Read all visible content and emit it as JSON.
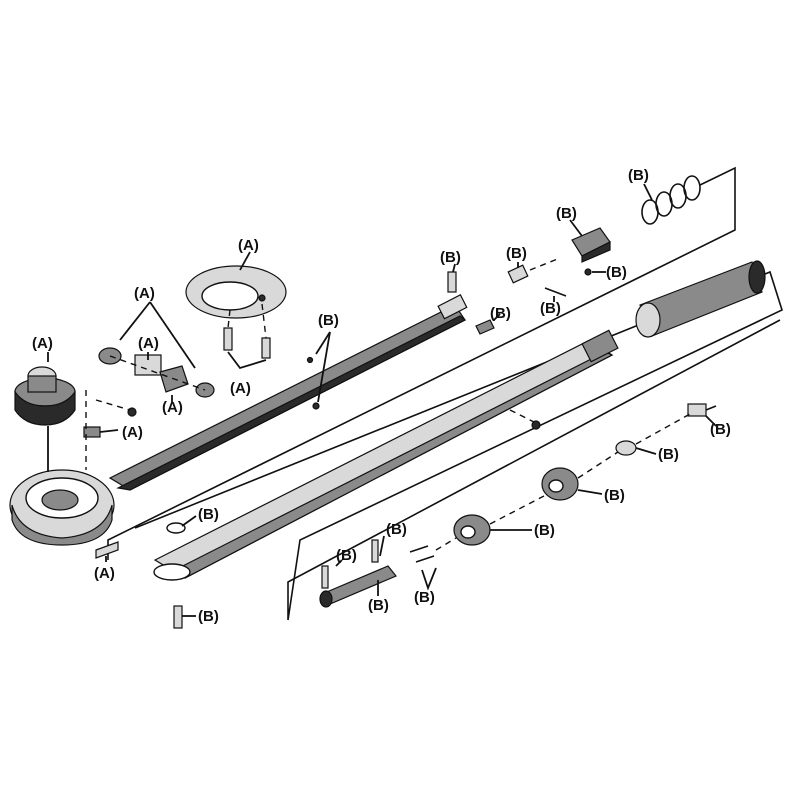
{
  "labels": {
    "a_head_knob": "(A)",
    "a_plate_top": "(A)",
    "a_group_top": "(A)",
    "a_small_block": "(A)",
    "a_clip": "(A)",
    "a_screws": "(A)",
    "a_pin": "(A)",
    "a_bottom_washer": "(A)",
    "b_rod_end_post": "(B)",
    "b_cylinder": "(B)",
    "b_block_top": "(B)",
    "b_spring": "(B)",
    "b_small_ball": "(B)",
    "b_pin_thin": "(B)",
    "b_key": "(B)",
    "b_rod_holes": "(B)",
    "b_tube_top_hole": "(B)",
    "b_tube_bottom_screw": "(B)",
    "b_end_bolt": "(B)",
    "b_washer": "(B)",
    "b_nut_large": "(B)",
    "b_nut_small": "(B)",
    "b_pins_pair": "(B)",
    "b_handle_post": "(B)",
    "b_handle_sleeve": "(B)",
    "b_handle_bar": "(B)"
  }
}
